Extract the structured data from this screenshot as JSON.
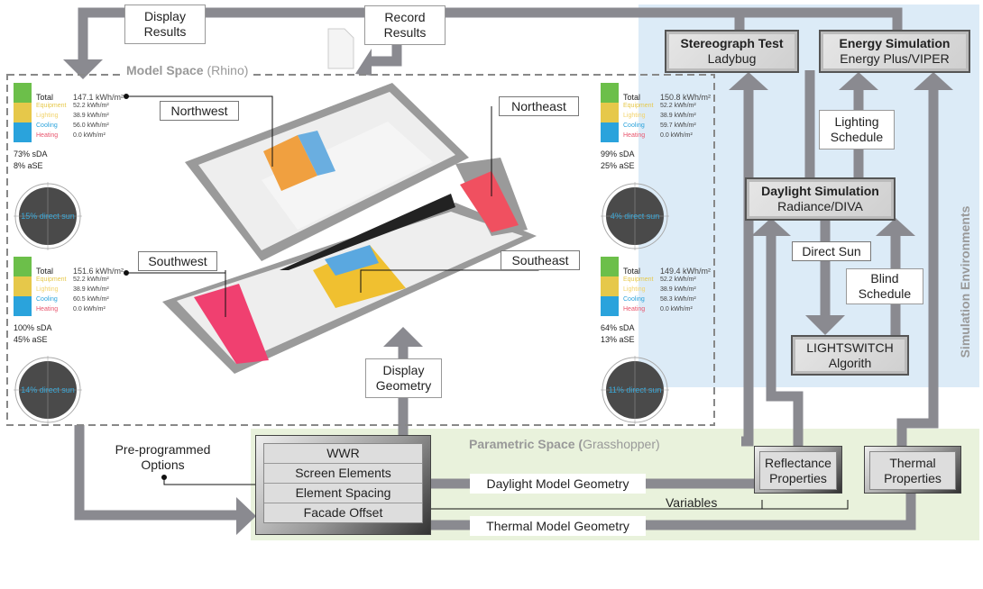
{
  "regions": {
    "model_space": {
      "title": "Model Space",
      "sub": "(Rhino)"
    },
    "parametric_space": {
      "title": "Parametric Space (",
      "sub": "Grasshopper)"
    },
    "simulation_environments": "Simulation Environments"
  },
  "flow_labels": {
    "display_results": [
      "Display",
      "Results"
    ],
    "record_results": [
      "Record",
      "Results"
    ],
    "display_geometry": [
      "Display",
      "Geometry"
    ],
    "pre_programmed": [
      "Pre-programmed",
      "Options"
    ],
    "daylight_model_geometry": "Daylight Model Geometry",
    "thermal_model_geometry": "Thermal Model Geometry",
    "variables": "Variables",
    "direct_sun": "Direct Sun",
    "lighting_schedule": [
      "Lighting",
      "Schedule"
    ],
    "blind_schedule": [
      "Blind",
      "Schedule"
    ]
  },
  "simulation_boxes": {
    "stereograph": {
      "title": "Stereograph Test",
      "sub": "Ladybug"
    },
    "energy": {
      "title": "Energy Simulation",
      "sub": "Energy Plus/VIPER"
    },
    "daylight": {
      "title": "Daylight Simulation",
      "sub": "Radiance/DIVA"
    },
    "lightswitch": {
      "title": "LIGHTSWITCH",
      "sub": "Algorith"
    }
  },
  "parameters": [
    "WWR",
    "Screen Elements",
    "Element Spacing",
    "Facade Offset"
  ],
  "property_boxes": {
    "reflectance": [
      "Reflectance",
      "Properties"
    ],
    "thermal": [
      "Thermal",
      "Properties"
    ]
  },
  "orientations": {
    "northwest": "Northwest",
    "northeast": "Northeast",
    "southwest": "Southwest",
    "southeast": "Southeast"
  },
  "legend_colors": {
    "Total": "#6cbf4a",
    "Equipment": "#e6c84a",
    "Lighting": "#f2d36b",
    "Cooling": "#2aa3dc",
    "Heating": "#e8556d"
  },
  "results": [
    {
      "id": "northwest",
      "rows": [
        [
          "Total",
          "147.1 kWh/m²"
        ],
        [
          "Equipment",
          "52.2 kWh/m²"
        ],
        [
          "Lighting",
          "38.9 kWh/m²"
        ],
        [
          "Cooling",
          "56.0 kWh/m²"
        ],
        [
          "Heating",
          "0.0 kWh/m²"
        ]
      ],
      "sda": "73% sDA",
      "ase": "8% aSE",
      "direct_sun": "15% direct sun"
    },
    {
      "id": "northeast",
      "rows": [
        [
          "Total",
          "150.8 kWh/m²"
        ],
        [
          "Equipment",
          "52.2 kWh/m²"
        ],
        [
          "Lighting",
          "38.9 kWh/m²"
        ],
        [
          "Cooling",
          "59.7 kWh/m²"
        ],
        [
          "Heating",
          "0.0 kWh/m²"
        ]
      ],
      "sda": "99% sDA",
      "ase": "25% aSE",
      "direct_sun": "4% direct sun"
    },
    {
      "id": "southwest",
      "rows": [
        [
          "Total",
          "151.6 kWh/m²"
        ],
        [
          "Equipment",
          "52.2 kWh/m²"
        ],
        [
          "Lighting",
          "38.9 kWh/m²"
        ],
        [
          "Cooling",
          "60.5 kWh/m²"
        ],
        [
          "Heating",
          "0.0 kWh/m²"
        ]
      ],
      "sda": "100% sDA",
      "ase": "45% aSE",
      "direct_sun": "14% direct sun"
    },
    {
      "id": "southeast",
      "rows": [
        [
          "Total",
          "149.4 kWh/m²"
        ],
        [
          "Equipment",
          "52.2 kWh/m²"
        ],
        [
          "Lighting",
          "38.9 kWh/m²"
        ],
        [
          "Cooling",
          "58.3 kWh/m²"
        ],
        [
          "Heating",
          "0.0 kWh/m²"
        ]
      ],
      "sda": "64% sDA",
      "ase": "13% aSE",
      "direct_sun": "11% direct sun"
    }
  ],
  "colors": {
    "arrow": "#8a8a90",
    "sim_bg": "#dcebf7",
    "param_bg": "#e9f2dc"
  }
}
